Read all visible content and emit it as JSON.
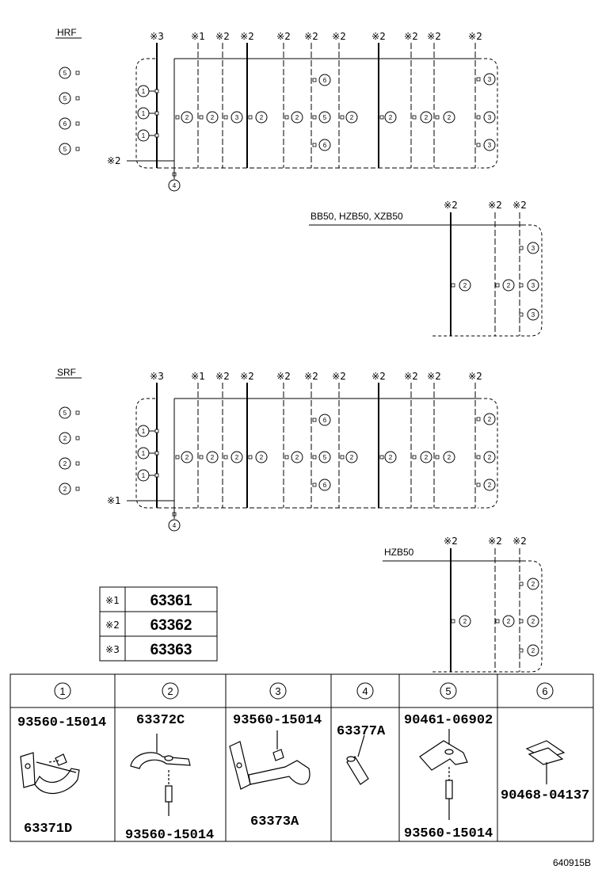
{
  "sections": [
    {
      "label": "HRF",
      "side_circles": [
        "5",
        "5",
        "6",
        "5"
      ],
      "tops": [
        {
          "text": "※3",
          "marker": "3"
        },
        {
          "text": "※1",
          "marker": "1"
        },
        {
          "text": "※2",
          "marker": "2"
        },
        {
          "text": "※2",
          "marker": "2"
        },
        {
          "text": "※2",
          "marker": "2"
        },
        {
          "text": "※2",
          "marker": "2"
        },
        {
          "text": "※2",
          "marker": "2"
        },
        {
          "text": "※2",
          "marker": "2"
        },
        {
          "text": "※2",
          "marker": "2"
        },
        {
          "text": "※2",
          "marker": "2"
        },
        {
          "text": "※2",
          "marker": "2"
        }
      ],
      "left_circles": [
        "1",
        "1",
        "1"
      ],
      "mid_circles": [
        "2",
        "2",
        "3",
        "2",
        "2",
        "5",
        "2",
        "2",
        "2",
        "2",
        "3"
      ],
      "upper_circles": [
        "6",
        "3"
      ],
      "lower_circles": [
        "6",
        "3"
      ],
      "corner_mark": "※2",
      "bottom_circle": "4"
    },
    {
      "label": "SRF",
      "side_circles": [
        "5",
        "2",
        "2",
        "2"
      ],
      "tops": [
        {
          "text": "※3",
          "marker": "3"
        },
        {
          "text": "※1",
          "marker": "1"
        },
        {
          "text": "※2",
          "marker": "2"
        },
        {
          "text": "※2",
          "marker": "2"
        },
        {
          "text": "※2",
          "marker": "2"
        },
        {
          "text": "※2",
          "marker": "2"
        },
        {
          "text": "※2",
          "marker": "2"
        },
        {
          "text": "※2",
          "marker": "2"
        },
        {
          "text": "※2",
          "marker": "2"
        },
        {
          "text": "※2",
          "marker": "2"
        },
        {
          "text": "※2",
          "marker": "2"
        }
      ],
      "left_circles": [
        "1",
        "1",
        "1"
      ],
      "mid_circles": [
        "2",
        "2",
        "2",
        "2",
        "2",
        "5",
        "2",
        "2",
        "2",
        "2",
        "2"
      ],
      "upper_circles": [
        "6",
        "2"
      ],
      "lower_circles": [
        "6",
        "2"
      ],
      "corner_mark": "※1",
      "bottom_circle": "4"
    }
  ],
  "subs": [
    {
      "label": "BB50, HZB50, XZB50",
      "tops": [
        "※2",
        "※2",
        "※2"
      ],
      "circles": [
        "2",
        "2",
        "3",
        "3",
        "3"
      ]
    },
    {
      "label": "HZB50",
      "tops": [
        "※2",
        "※2",
        "※2"
      ],
      "circles": [
        "2",
        "2",
        "2",
        "2",
        "2"
      ]
    }
  ],
  "legend": [
    {
      "mark": "※1",
      "value": "63361"
    },
    {
      "mark": "※2",
      "value": "63362"
    },
    {
      "mark": "※3",
      "value": "63363"
    }
  ],
  "parts": [
    {
      "num": "1",
      "texts": [
        "93560-15014",
        "63371D"
      ]
    },
    {
      "num": "2",
      "texts": [
        "63372C",
        "93560-15014"
      ]
    },
    {
      "num": "3",
      "texts": [
        "93560-15014",
        "63373A"
      ]
    },
    {
      "num": "4",
      "texts": [
        "63377A"
      ]
    },
    {
      "num": "5",
      "texts": [
        "90461-06902",
        "93560-15014"
      ]
    },
    {
      "num": "6",
      "texts": [
        "90468-04137"
      ]
    }
  ],
  "drawing_no": "640915B"
}
